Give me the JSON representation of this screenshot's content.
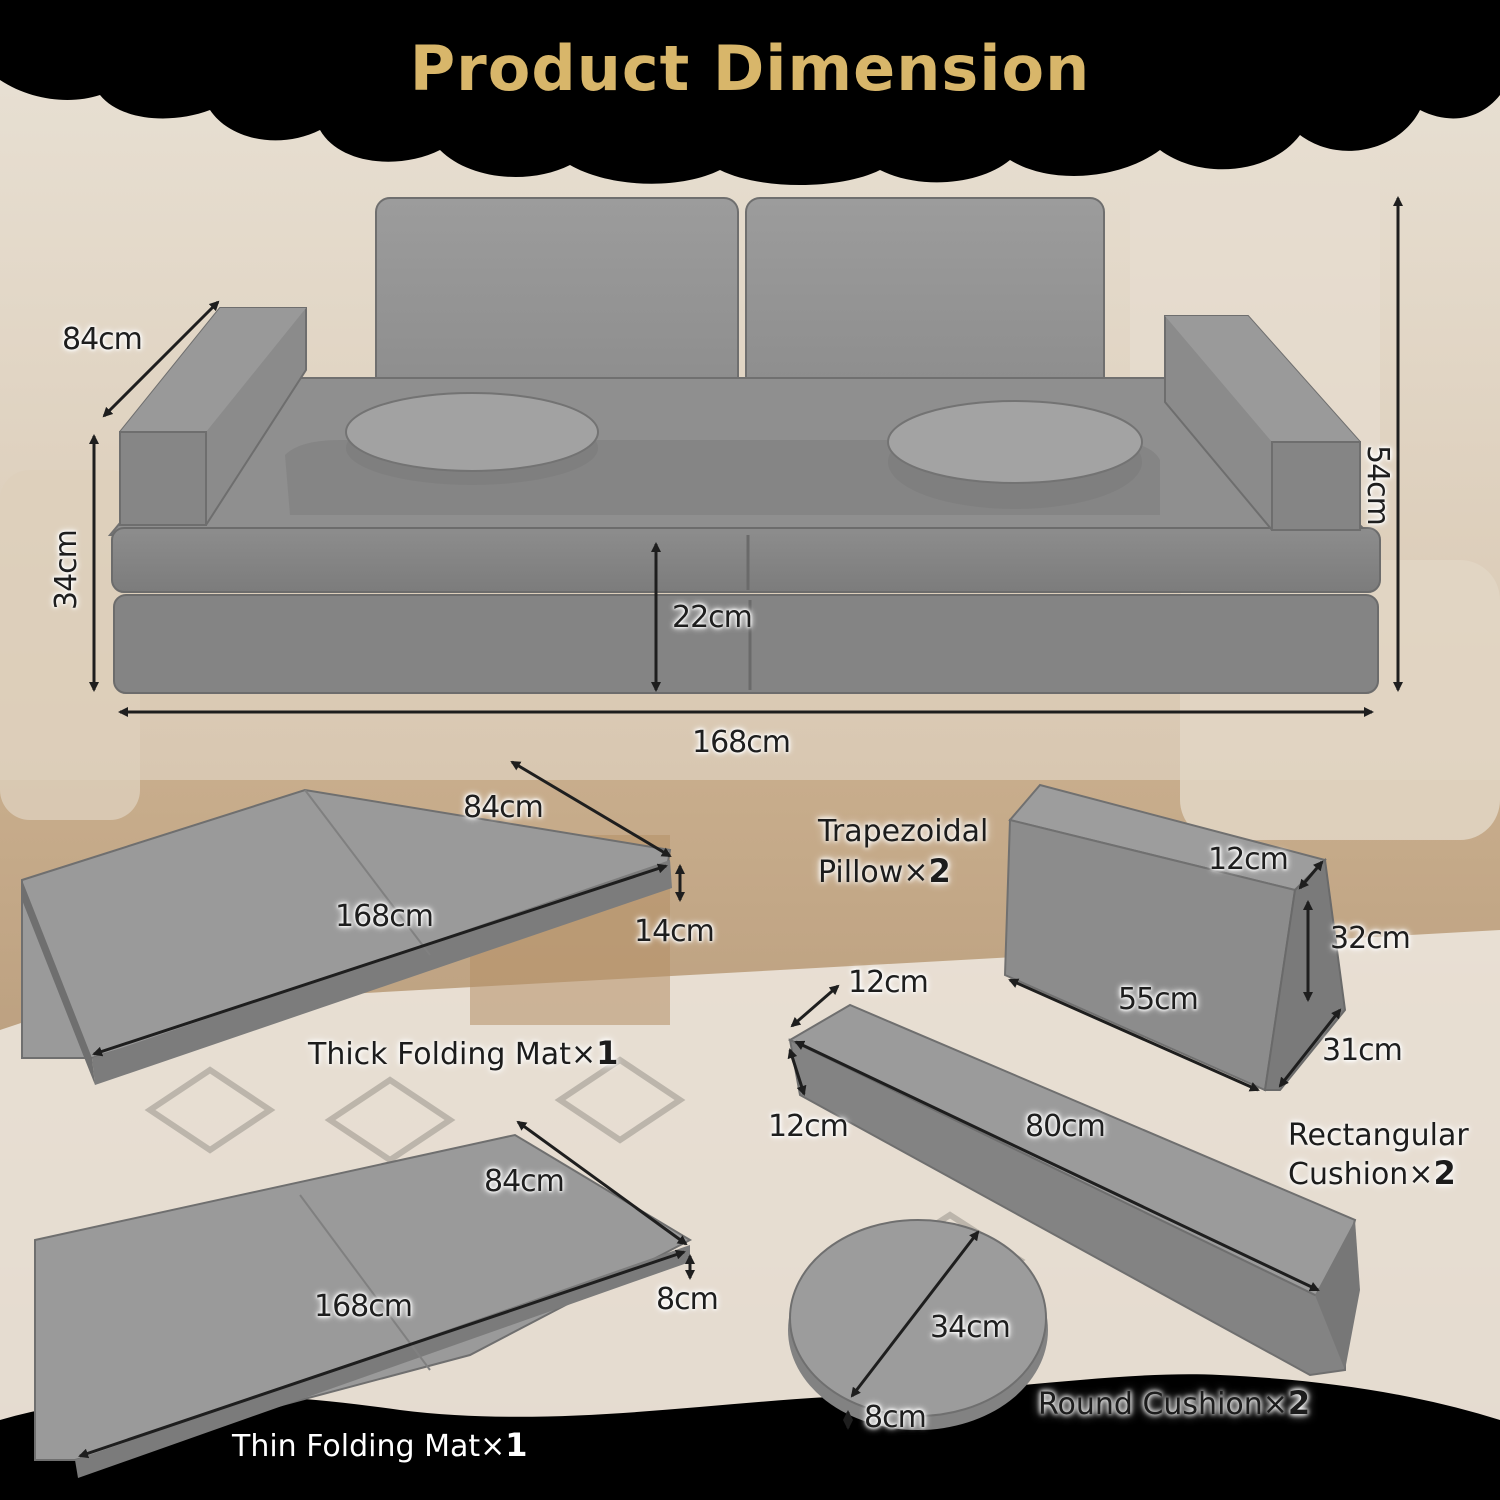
{
  "title": "Product Dimension",
  "colors": {
    "title": "#d8b66a",
    "foam": "#8e8e8e",
    "banner": "#000000",
    "background": "#cdb79c"
  },
  "sofa": {
    "depth": "84cm",
    "height": "54cm",
    "seat_height": "34cm",
    "mat_height": "22cm",
    "width": "168cm"
  },
  "thick_mat": {
    "width": "84cm",
    "length": "168cm",
    "thickness": "14cm",
    "name": "Thick Folding Mat",
    "quantity": "1"
  },
  "trapezoidal_pillow": {
    "name_line1": "Trapezoidal",
    "name_line2": "Pillow",
    "quantity": "2",
    "top": "12cm",
    "height": "32cm",
    "length": "55cm",
    "base": "31cm"
  },
  "rect_cushion": {
    "width": "12cm",
    "height": "12cm",
    "length": "80cm",
    "name_line1": "Rectangular",
    "name_line2": "Cushion",
    "quantity": "2"
  },
  "thin_mat": {
    "width": "84cm",
    "length": "168cm",
    "thickness": "8cm",
    "name": "Thin Folding Mat",
    "quantity": "1"
  },
  "round_cushion": {
    "diameter": "34cm",
    "thickness": "8cm",
    "name": "Round Cushion",
    "quantity": "2"
  },
  "multiplier_symbol": "×"
}
